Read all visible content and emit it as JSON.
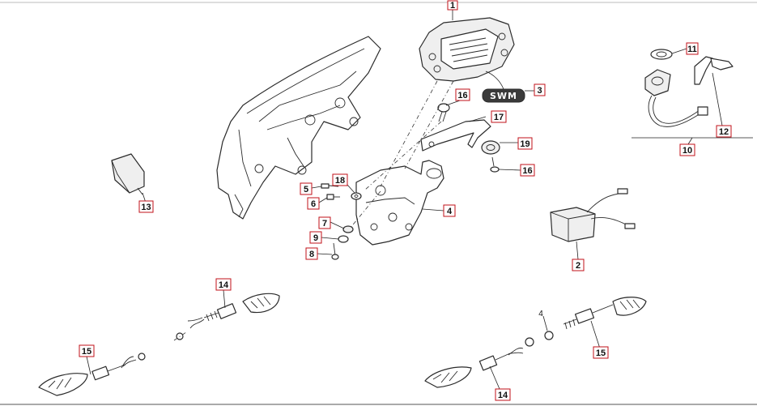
{
  "callouts": {
    "c1": "1",
    "c2": "2",
    "c3": "3",
    "c4_bracket": "4",
    "c4_nut": "4",
    "c5": "5",
    "c6": "6",
    "c7": "7",
    "c8": "8",
    "c9": "9",
    "c10": "10",
    "c11": "11",
    "c12": "12",
    "c13": "13",
    "c14_left": "14",
    "c14_right": "14",
    "c15_left": "15",
    "c15_right": "15",
    "c16_top": "16",
    "c16_bottom": "16",
    "c17": "17",
    "c18": "18",
    "c19": "19"
  },
  "emblem_text": "SWM",
  "colors": {
    "callout_border": "#c0121a",
    "line": "#2b2b2b"
  }
}
